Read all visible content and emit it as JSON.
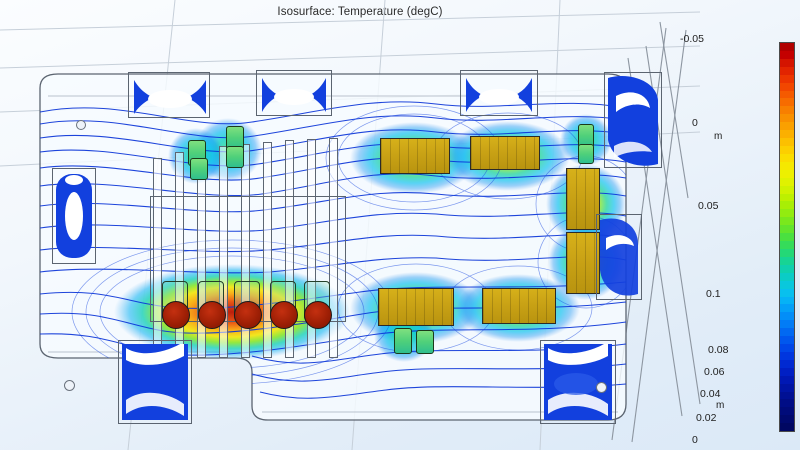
{
  "plot": {
    "title": "Isosurface: Temperature (degC)",
    "type": "3d-isosurface",
    "background_color": "#eef4fb"
  },
  "axes": {
    "depth_axis": {
      "unit": "m",
      "ticks": [
        "-0.05",
        "0",
        "0.05",
        "0.1"
      ]
    },
    "vertical_axis": {
      "unit": "m",
      "ticks": [
        "0.08",
        "0.06",
        "0.04",
        "0.02",
        "0"
      ]
    }
  },
  "colorbar": {
    "name": "temperature-colorbar",
    "orientation": "vertical",
    "colors": [
      "#b00000",
      "#c40000",
      "#d41400",
      "#e22400",
      "#ec3500",
      "#f24700",
      "#f55a00",
      "#f76c00",
      "#f87f00",
      "#f99000",
      "#faa000",
      "#fbb000",
      "#fcc000",
      "#fccf00",
      "#fadd00",
      "#f5e800",
      "#edf000",
      "#e0f200",
      "#d0f200",
      "#bdf000",
      "#a8ee05",
      "#92ec10",
      "#7ae81c",
      "#62e42c",
      "#4ae040",
      "#35dc5a",
      "#24d877",
      "#17d494",
      "#0fd0ae",
      "#0bccc6",
      "#09c8dc",
      "#08c0ee",
      "#06b2f6",
      "#04a0f8",
      "#038ef8",
      "#027cf6",
      "#0169f2",
      "#0057ee",
      "#0046e8",
      "#0036df",
      "#0029d2",
      "#001fc4",
      "#0018b4",
      "#0014a4",
      "#001094",
      "#000d86",
      "#000b7a",
      "#00096e",
      "#000762"
    ]
  },
  "chart_data": {
    "type": "heatmap",
    "title": "Isosurface: Temperature (degC)",
    "xlabel": "",
    "ylabel": "m",
    "grid": true,
    "legend_position": "right"
  },
  "scene": {
    "board": {
      "name": "pcb-board",
      "label": "printed-circuit-board"
    },
    "components": [
      {
        "name": "connector-top-left",
        "kind": "blue-isosurface"
      },
      {
        "name": "connector-top-mid",
        "kind": "blue-isosurface"
      },
      {
        "name": "connector-top-right",
        "kind": "blue-isosurface"
      },
      {
        "name": "connector-right-upper",
        "kind": "blue-isosurface"
      },
      {
        "name": "connector-left-edge",
        "kind": "blue-isosurface"
      },
      {
        "name": "connector-bottom-left",
        "kind": "blue-isosurface"
      },
      {
        "name": "connector-bottom-right",
        "kind": "blue-isosurface"
      },
      {
        "name": "connector-right-lower",
        "kind": "blue-isosurface"
      },
      {
        "name": "heatsink-fins",
        "kind": "wireframe-heatsink"
      },
      {
        "name": "ic-package-upper-left",
        "kind": "gold-package"
      },
      {
        "name": "ic-package-upper-right",
        "kind": "gold-package"
      },
      {
        "name": "ic-package-lower-left",
        "kind": "gold-package"
      },
      {
        "name": "ic-package-lower-right",
        "kind": "gold-package"
      },
      {
        "name": "ic-package-right-upper",
        "kind": "gold-package"
      },
      {
        "name": "ic-package-right-lower",
        "kind": "gold-package"
      },
      {
        "name": "capacitor-bank",
        "kind": "electrolytic-capacitors",
        "count": 5
      },
      {
        "name": "capacitor-small-group-upper",
        "kind": "small-capacitors",
        "count": 3
      },
      {
        "name": "capacitor-small-group-lower",
        "kind": "small-capacitors",
        "count": 2
      },
      {
        "name": "capacitor-right-column",
        "kind": "small-capacitors",
        "count": 2
      },
      {
        "name": "mounting-hole-top-left",
        "kind": "mount-hole"
      },
      {
        "name": "mounting-hole-bottom-left",
        "kind": "mount-hole"
      },
      {
        "name": "mounting-hole-bottom-right",
        "kind": "mount-hole"
      }
    ]
  }
}
